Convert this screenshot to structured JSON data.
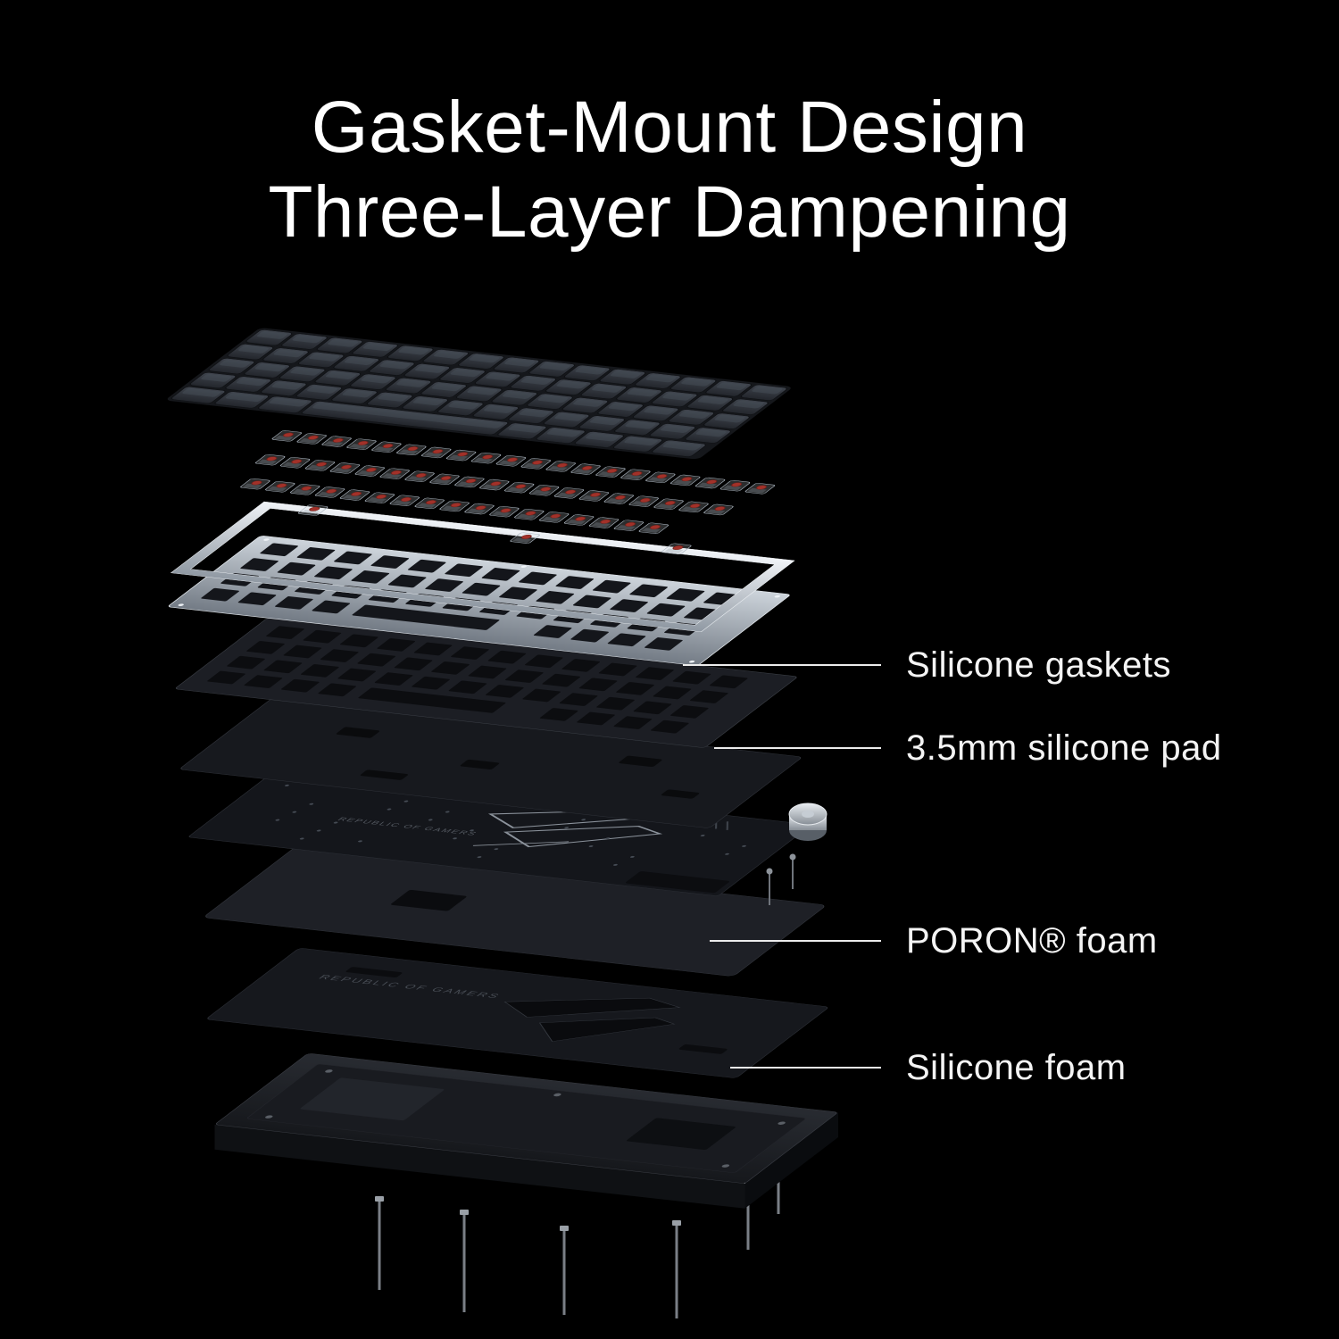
{
  "page": {
    "background": "#000000",
    "title_line1": "Gasket-Mount Design",
    "title_line2": "Three-Layer Dampening"
  },
  "callouts": [
    {
      "label": "Silicone gaskets"
    },
    {
      "label": "3.5mm silicone pad"
    },
    {
      "label": "PORON® foam"
    },
    {
      "label": "Silicone foam"
    }
  ],
  "diagram": {
    "alt": "Exploded view of a gasket-mount mechanical keyboard: keycaps, switches, top frame, switch plate, silicone gasket layer, silicone pad, PCB with volume knob, PORON foam, silicone foam and bottom case with screws",
    "brand_text": "REPUBLIC OF GAMERS",
    "colors": {
      "keycap": "#33373e",
      "switch_stem": "#a23129",
      "plate_silver": "#aab3bd",
      "foam_dark": "#17191d",
      "case_dark": "#1d1f24"
    }
  }
}
